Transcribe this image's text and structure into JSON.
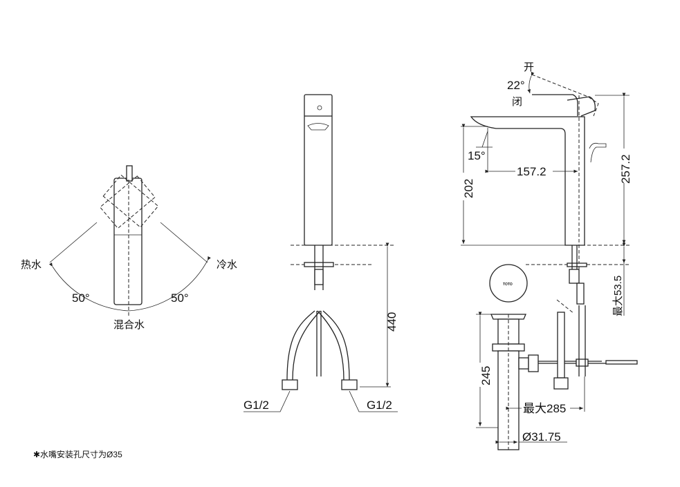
{
  "top_view": {
    "hot_label": "热水",
    "cold_label": "冷水",
    "hot_angle": "50°",
    "cold_angle": "50°",
    "mix_label": "混合水"
  },
  "front_view": {
    "thread_left": "G1/2",
    "thread_right": "G1/2",
    "hose_length": "440"
  },
  "side_view": {
    "open_label": "开",
    "lever_angle": "22°",
    "close_label": "闭",
    "spout_angle": "15°",
    "reach": "157.2",
    "spout_height": "202",
    "total_height": "257.2",
    "max_deck_thickness": "最大53.5"
  },
  "drain": {
    "cap_logo": "TOTO",
    "height": "245",
    "max_reach": "最大285",
    "pipe_diameter": "Ø31.75"
  },
  "footnote": "✱水嘴安装孔尺寸为Ø35"
}
